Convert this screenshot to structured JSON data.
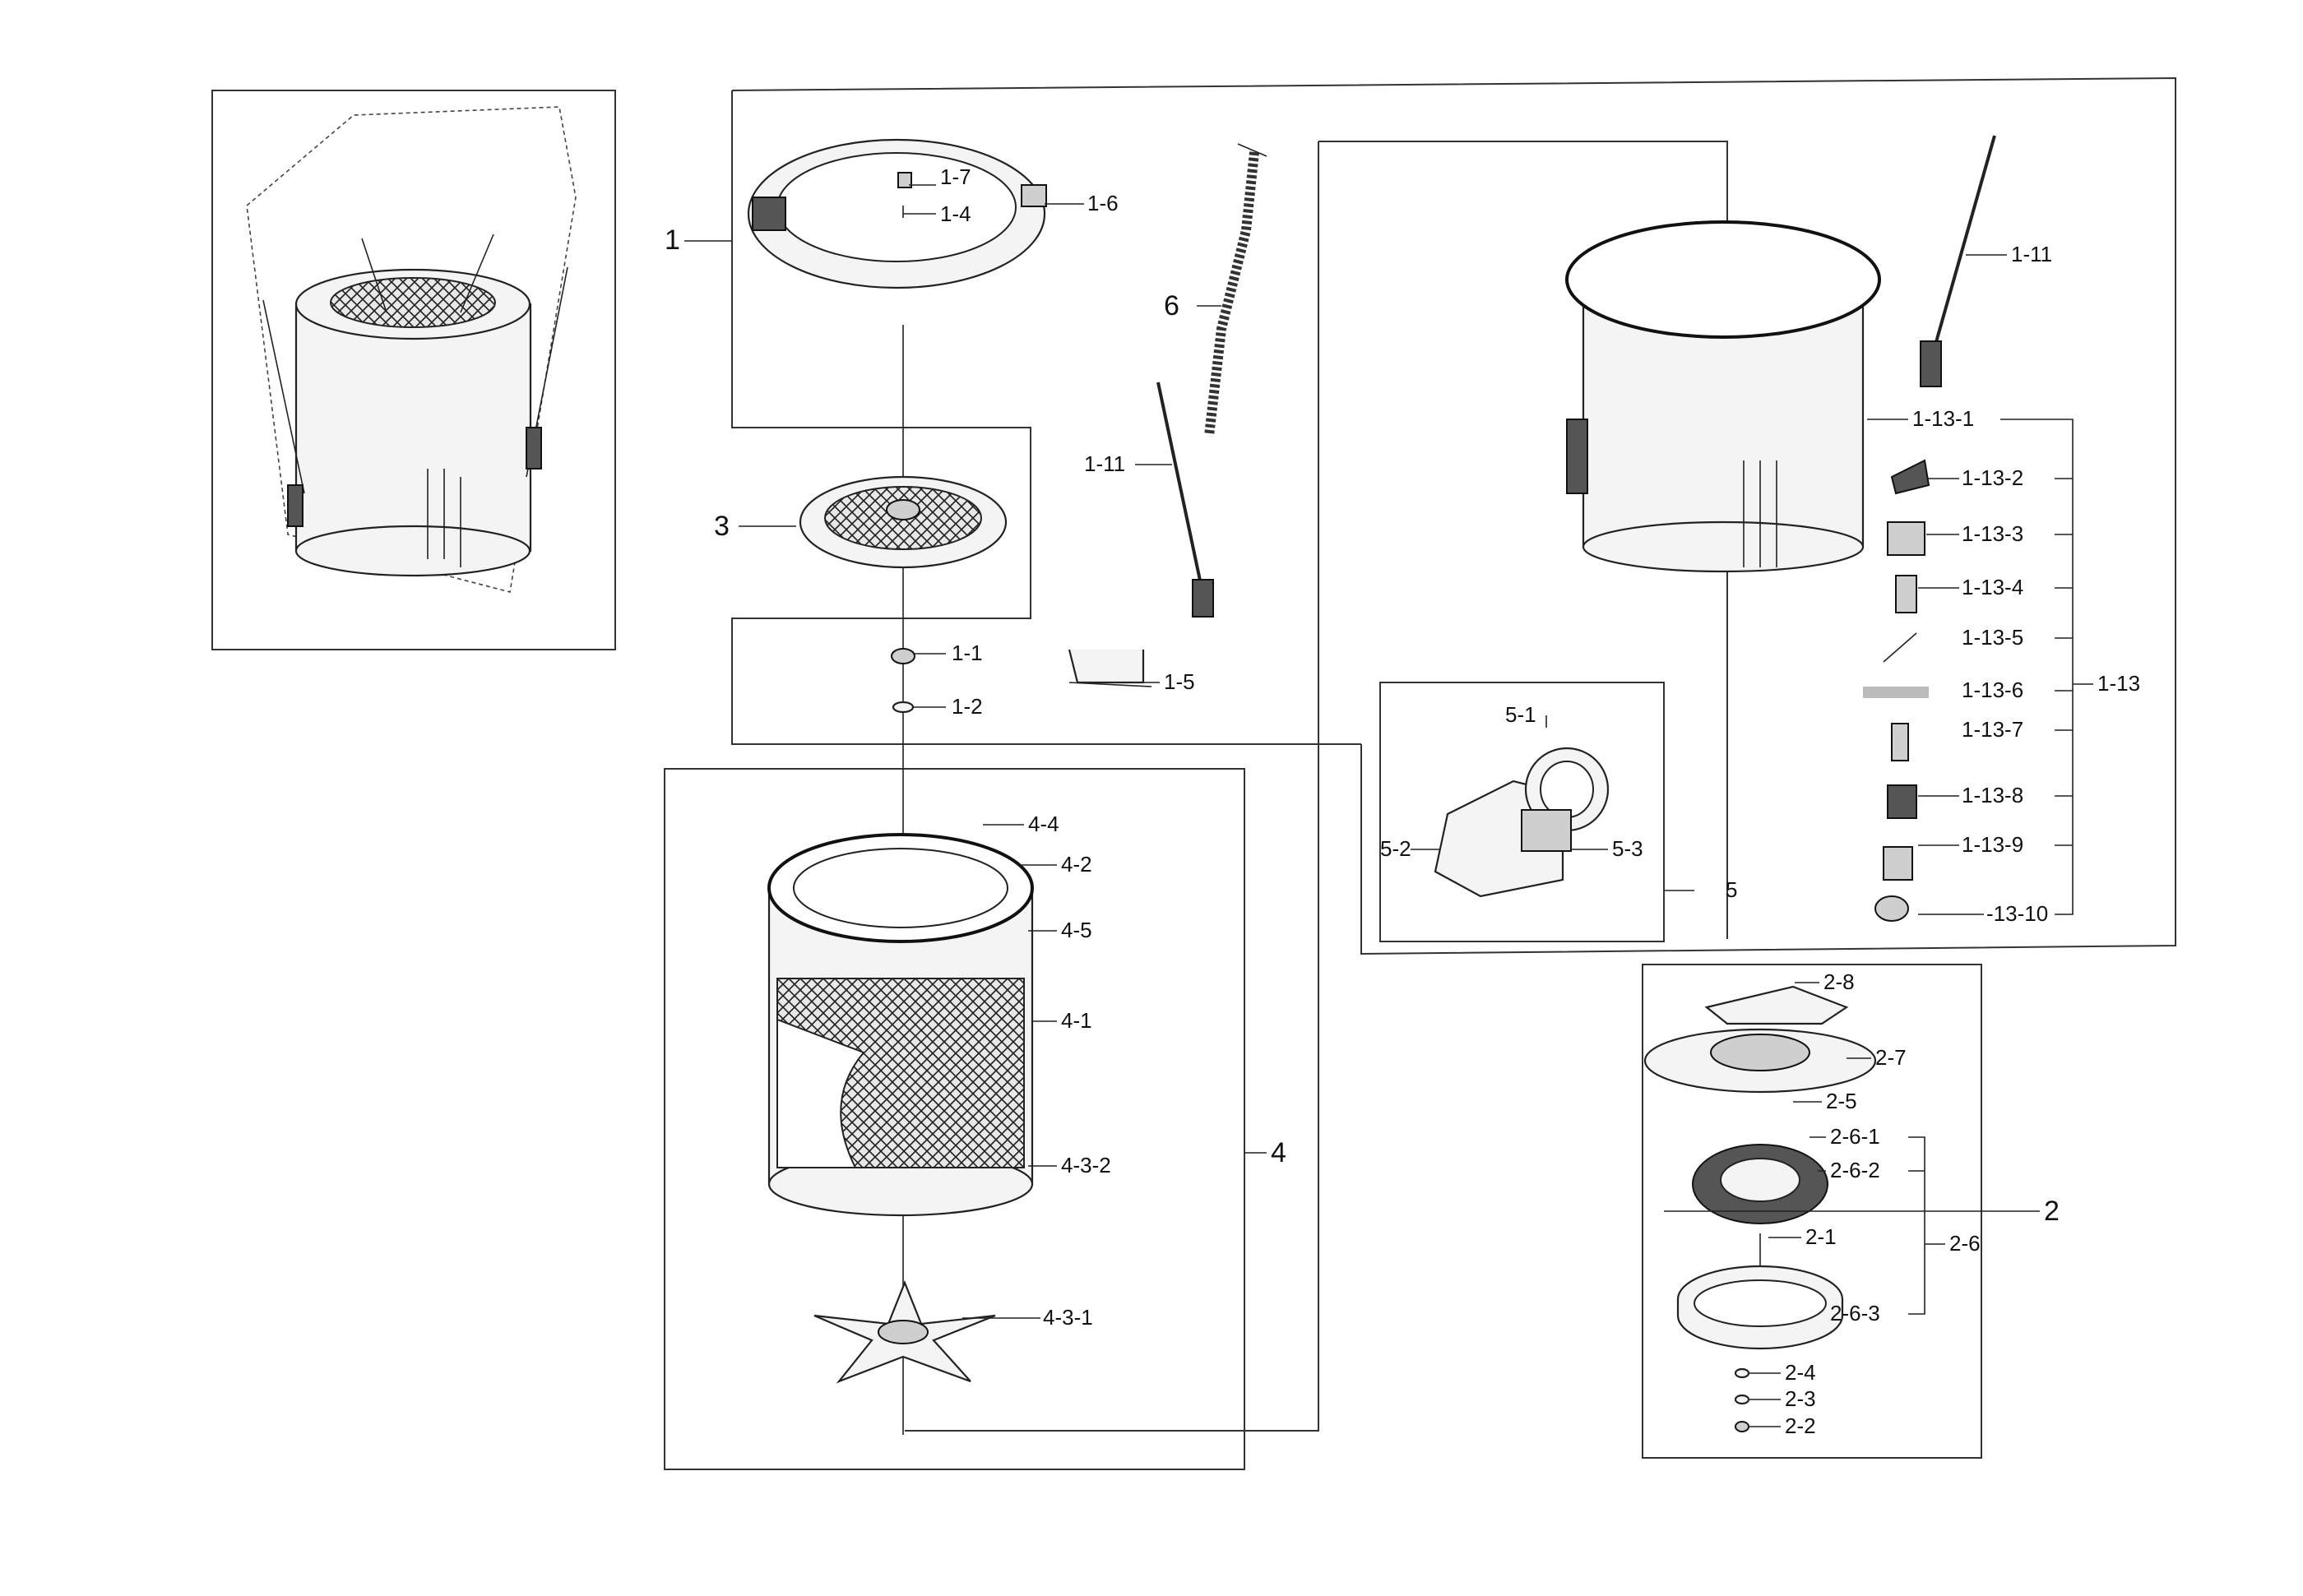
{
  "labels": {
    "l_1": "1",
    "l_1_7": "1-7",
    "l_1_4": "1-4",
    "l_1_6": "1-6",
    "l_6": "6",
    "l_1_11a": "1-11",
    "l_1_11b": "1-11",
    "l_3": "3",
    "l_1_1": "1-1",
    "l_1_2": "1-2",
    "l_1_5": "1-5",
    "l_1_13_1": "1-13-1",
    "l_1_13_2": "1-13-2",
    "l_1_13_3": "1-13-3",
    "l_1_13_4": "1-13-4",
    "l_1_13_5": "1-13-5",
    "l_1_13_6": "1-13-6",
    "l_1_13_7": "1-13-7",
    "l_1_13_8": "1-13-8",
    "l_1_13_9": "1-13-9",
    "l_13_10": "-13-10",
    "l_1_13": "1-13",
    "l_5_1": "5-1",
    "l_5_2": "5-2",
    "l_5_3": "5-3",
    "l_5": "5",
    "l_4_4": "4-4",
    "l_4_2": "4-2",
    "l_4_5": "4-5",
    "l_4_1": "4-1",
    "l_4_3_2": "4-3-2",
    "l_4": "4",
    "l_4_3_1": "4-3-1",
    "l_2_8": "2-8",
    "l_2_7": "2-7",
    "l_2_5": "2-5",
    "l_2_6_1": "2-6-1",
    "l_2_6_2": "2-6-2",
    "l_2_1": "2-1",
    "l_2_6": "2-6",
    "l_2": "2",
    "l_2_6_3": "2-6-3",
    "l_2_4": "2-4",
    "l_2_3": "2-3",
    "l_2_2": "2-2"
  }
}
